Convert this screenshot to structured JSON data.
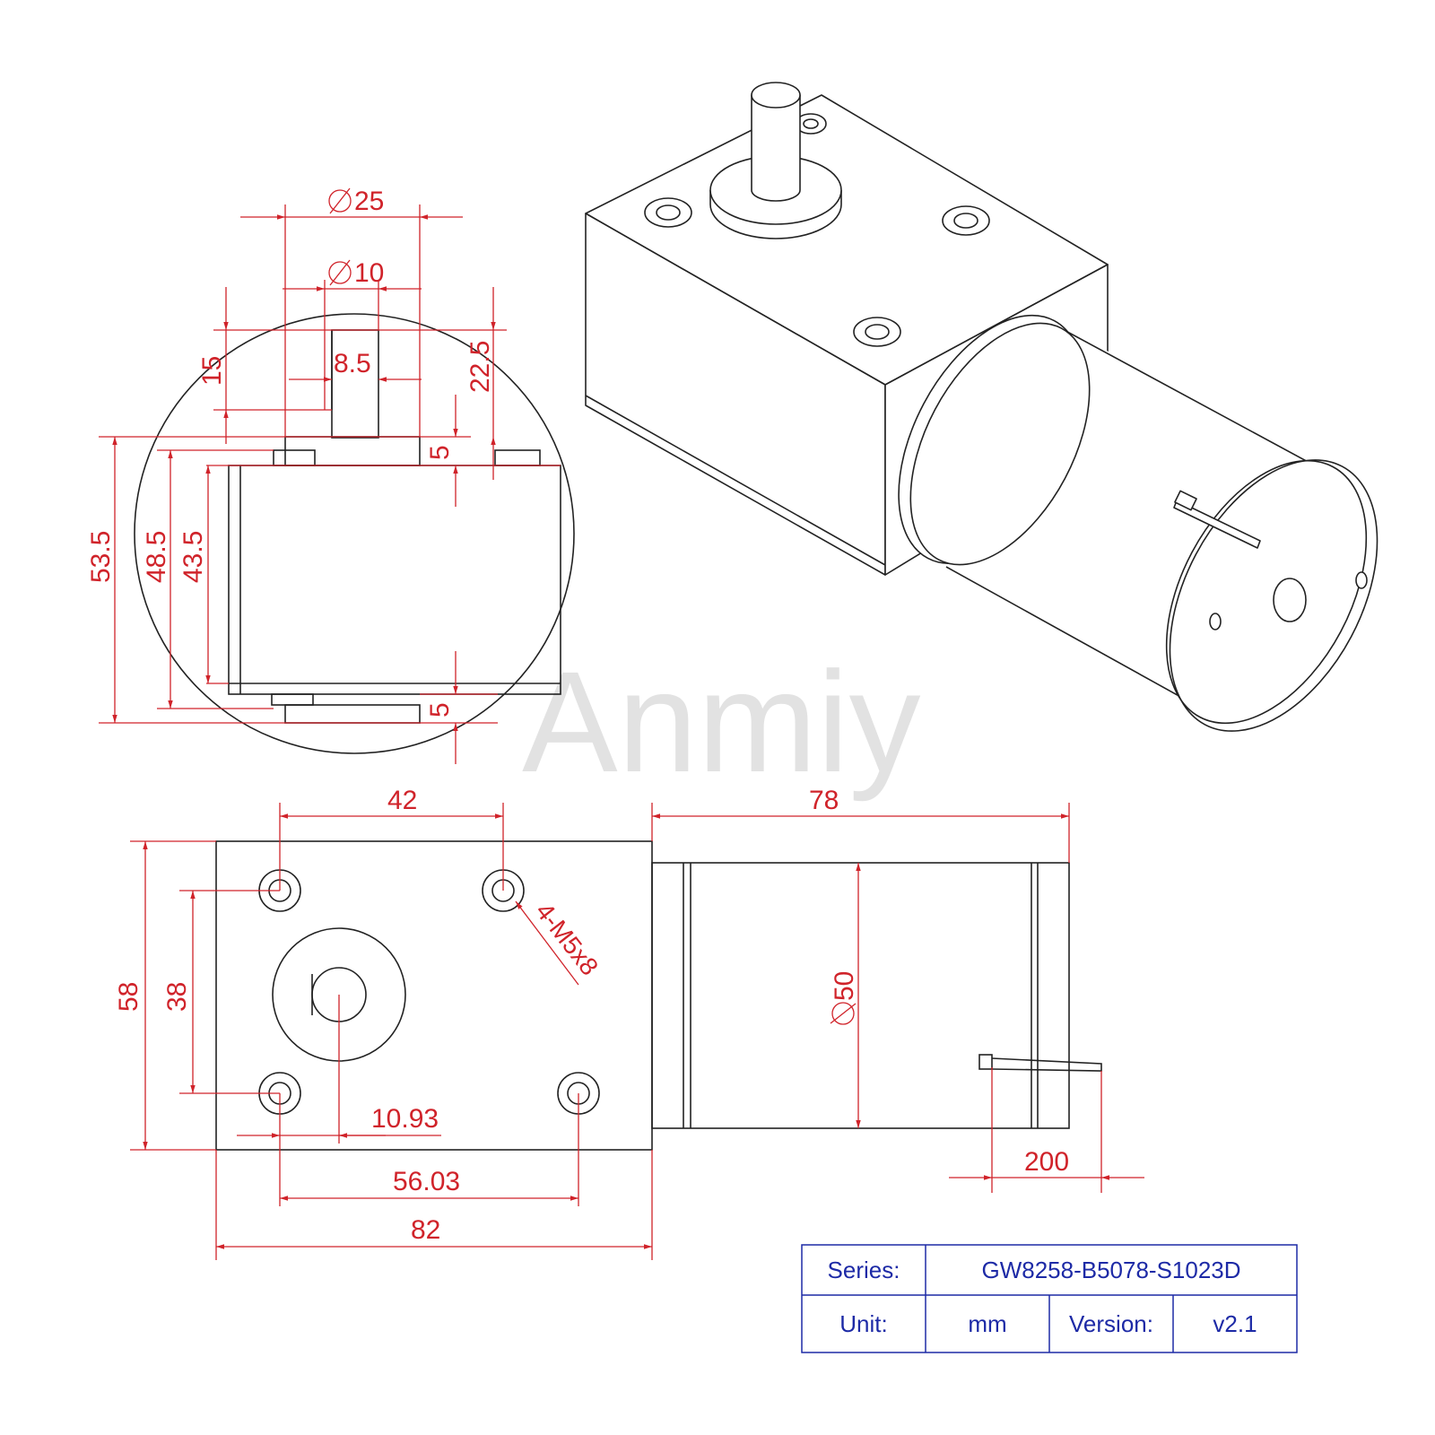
{
  "watermark": "Anmiy",
  "colors": {
    "dimension": "#d0232a",
    "outline": "#222222",
    "title_block": "#1d2aa6"
  },
  "side_view": {
    "dia_25": "25",
    "dia_10": "10",
    "key_8_5": "8.5",
    "shaft_15": "15",
    "shaft_22_5": "22.5",
    "flange_5_top": "5",
    "flange_5_bottom": "5",
    "h_53_5": "53.5",
    "h_48_5": "48.5",
    "h_43_5": "43.5"
  },
  "front_view": {
    "w_42": "42",
    "w_78": "78",
    "h_58": "58",
    "h_38": "38",
    "offset_10_93": "10.93",
    "w_56_03": "56.03",
    "w_82": "82",
    "motor_dia_50": "50",
    "lead_200": "200",
    "thread_note": "4-M5x8"
  },
  "title_block": {
    "series_label": "Series:",
    "series_value": "GW8258-B5078-S1023D",
    "unit_label": "Unit:",
    "unit_value": "mm",
    "version_label": "Version:",
    "version_value": "v2.1"
  }
}
